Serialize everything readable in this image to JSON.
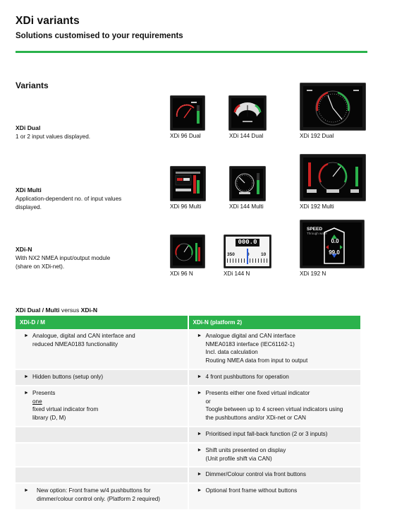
{
  "header": {
    "title": "XDi variants",
    "subtitle": "Solutions customised to your requirements"
  },
  "variants_heading": "Variants",
  "variants": [
    {
      "name": "XDi Dual",
      "description": "1 or 2 input values displayed.",
      "devices": [
        {
          "caption": "XDi 96 Dual"
        },
        {
          "caption": "XDi 144 Dual"
        },
        {
          "caption": "XDi 192 Dual"
        }
      ]
    },
    {
      "name": "XDi Multi",
      "description_lines": [
        "Application-dependent no. of input values",
        "displayed."
      ],
      "devices": [
        {
          "caption": "XDi 96 Multi"
        },
        {
          "caption": "XDi 144 Multi"
        },
        {
          "caption": "XDi 192 Multi"
        }
      ]
    },
    {
      "name": "XDi-N",
      "description_lines": [
        "With NX2 NMEA input/output module",
        "(share on XDi-net)."
      ],
      "devices": [
        {
          "caption": "XDi 96 N"
        },
        {
          "caption": "XDi 144 N"
        },
        {
          "caption": "XDi 192 N"
        }
      ]
    }
  ],
  "screen_text": {
    "n144_value": "000.0",
    "n144_left": "350",
    "n144_mid": "0",
    "n144_right": "10",
    "n192_label": "SPEED",
    "n192_sub": "Through water",
    "n192_top": "0.0",
    "n192_bottom": "99.0"
  },
  "comparison": {
    "heading_bold1": "XDi Dual / Multi",
    "heading_plain": " versus ",
    "heading_bold2": "XDi-N",
    "col1_header": "XDi-D / M",
    "col2_header": "XDi-N (platform 2)",
    "bullet": "►",
    "rows": [
      {
        "left": [
          "Analogue, digital and CAN interface and",
          "reduced NMEA0183 functionallity"
        ],
        "right": [
          "Analogue digital and CAN interface",
          "NMEA0183 interface (IEC61162-1)",
          "Incl. data calculation",
          "Routing NMEA data from input to output"
        ]
      },
      {
        "left": [
          "Hidden buttons (setup only)"
        ],
        "right": [
          "4 front pushbuttons for operation"
        ]
      },
      {
        "left_pre": "Presents ",
        "left_underline": "one",
        "left_post": " fixed virtual indicator from",
        "left_line2": "library (D, M)",
        "right": [
          "Presents either one fixed virtual indicator",
          "or",
          "Toogle between up to 4 screen virtual indicators using",
          "the pushbuttons and/or XDi-net or CAN"
        ]
      },
      {
        "left": [],
        "right": [
          "Prioritised input fall-back function (2 or 3 inputs)"
        ]
      },
      {
        "left": [],
        "right": [
          "Shift units presented on display",
          "(Unit profile shift via CAN)"
        ]
      },
      {
        "left": [],
        "right": [
          "Dimmer/Colour control via front buttons"
        ]
      },
      {
        "left": [
          "New option: Front frame w/4 pushbuttons for",
          "dimmer/colour control only. (Platform 2 required)"
        ],
        "right": [
          "Optional front frame without buttons"
        ]
      }
    ]
  }
}
